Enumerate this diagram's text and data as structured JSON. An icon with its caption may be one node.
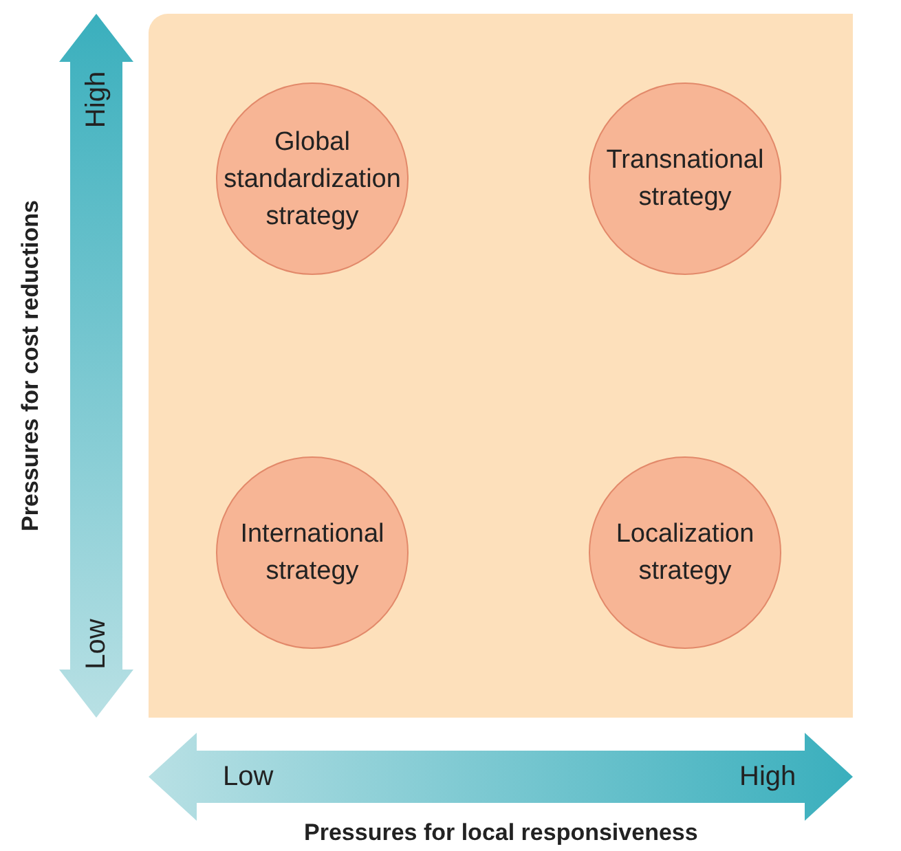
{
  "diagram": {
    "nodes": [
      {
        "text": [],
        "shape": "box"
      },
      {
        "text": [
          "Global standardization strategy"
        ],
        "in": 0
      },
      {
        "text": [
          "Transnational strategy"
        ],
        "in": 0
      },
      {
        "text": [
          "International strategy"
        ],
        "in": 0
      },
      {
        "text": [
          "Localization strategy"
        ],
        "in": 0
      }
    ],
    "edges": [],
    "labels": [
      "High",
      "Pressures for cost reductions",
      "Low",
      "Low",
      "High",
      "Pressures for local responsiveness"
    ]
  }
}
